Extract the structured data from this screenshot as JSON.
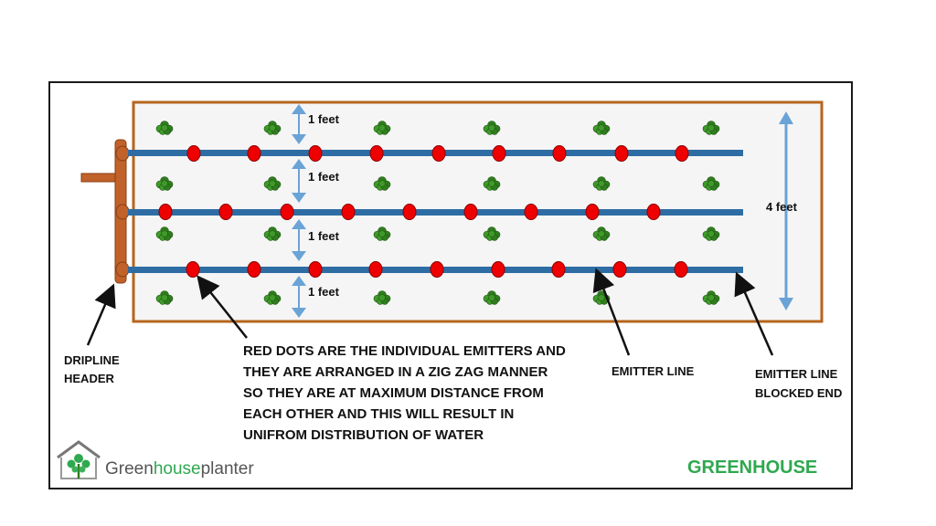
{
  "colors": {
    "bed_border": "#b5651d",
    "bed_fill": "#f5f5f5",
    "pipe": "#2e6da4",
    "emitter": "#ee0000",
    "emitter_stroke": "#8b0000",
    "header": "#c0622a",
    "arrow": "#6aa3d6",
    "plant": "#2f7d1e",
    "brand_green": "#2fa84f",
    "brand_gray": "#555555"
  },
  "labels": {
    "spacing_1": "1 feet",
    "spacing_2": "1 feet",
    "spacing_3": "1 feet",
    "spacing_4": "1 feet",
    "width": "4 feet",
    "header_line1": "DRIPLINE",
    "header_line2": "HEADER",
    "emitter_line": "EMITTER LINE",
    "blocked_line1": "EMITTER LINE",
    "blocked_line2": "BLOCKED END"
  },
  "note_lines": [
    "RED DOTS ARE THE INDIVIDUAL EMITTERS AND",
    "THEY ARE ARRANGED IN A ZIG ZAG MANNER",
    "SO THEY ARE AT MAXIMUM DISTANCE FROM",
    "EACH OTHER AND THIS WILL RESULT IN",
    "UNIFROM DISTRIBUTION OF WATER"
  ],
  "brand": {
    "part1": "Green",
    "part2": "house",
    "part3": "planter"
  },
  "greenhouse_label": "GREENHOUSE",
  "icons": {
    "plant": "plant-icon",
    "emitter": "emitter-dot",
    "logo": "greenhouse-logo-icon"
  }
}
